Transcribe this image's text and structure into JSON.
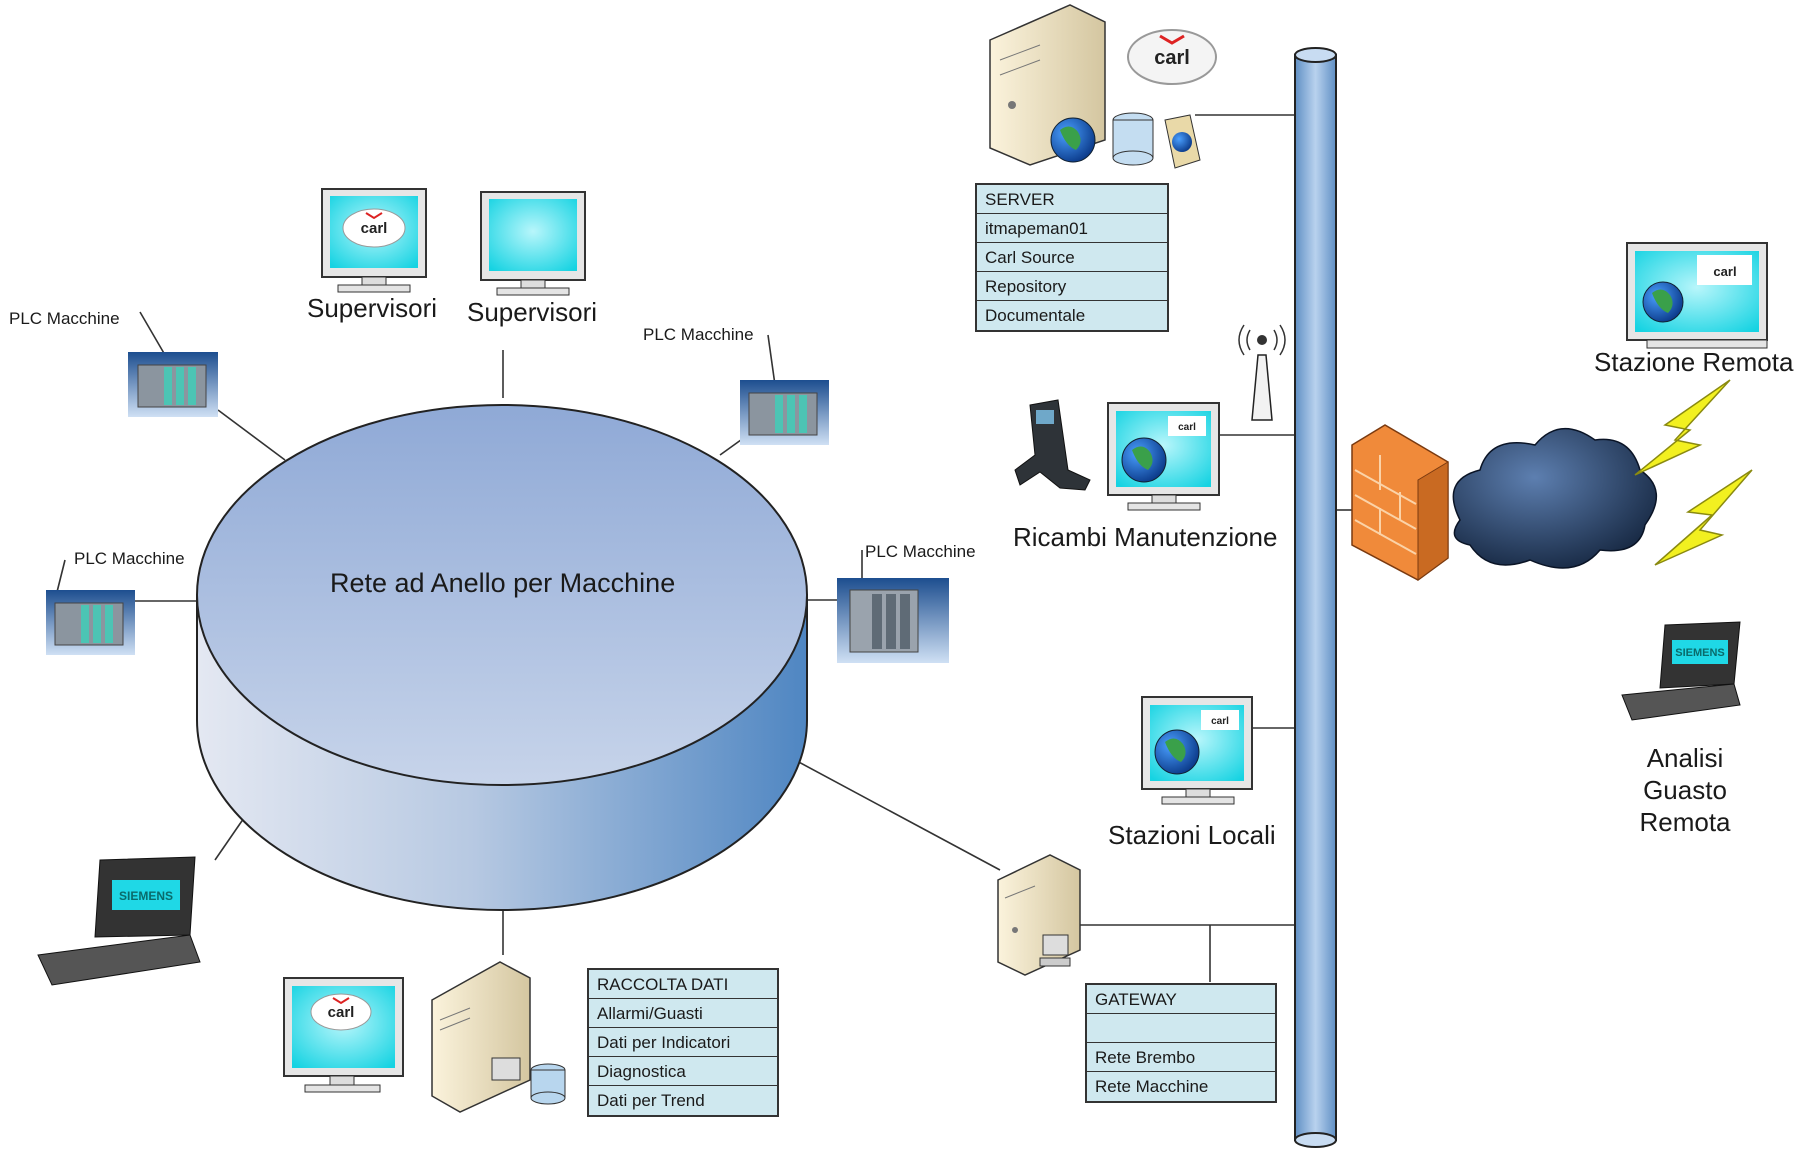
{
  "ring": {
    "label": "Rete ad Anello per Macchine"
  },
  "supervisors": [
    {
      "label": "Supervisori",
      "screen": "carl-logo"
    },
    {
      "label": "Supervisori",
      "screen": "blank"
    }
  ],
  "plc_labels": [
    "PLC Macchine",
    "PLC Macchine",
    "PLC Macchine",
    "PLC Macchine"
  ],
  "server_table": {
    "rows": [
      "SERVER",
      "itmapeman01",
      "Carl Source",
      "Repository",
      "Documentale"
    ]
  },
  "raccolta_table": {
    "rows": [
      "RACCOLTA DATI",
      "Allarmi/Guasti",
      "Dati per Indicatori",
      "Diagnostica",
      "Dati per Trend"
    ]
  },
  "gateway_table": {
    "rows": [
      "GATEWAY",
      "",
      "Rete Brembo",
      "Rete Macchine"
    ]
  },
  "ricambi": {
    "label": "Ricambi Manutenzione"
  },
  "stazioni_locali": {
    "label": "Stazioni Locali"
  },
  "stazione_remota": {
    "label": "Stazione Remota"
  },
  "analisi": {
    "lines": [
      "Analisi",
      "Guasto",
      "Remota"
    ]
  },
  "logos": {
    "carl": "carl",
    "siemens": "SIEMENS"
  },
  "colors": {
    "ring_top": "#9db4d8",
    "ring_side": "#5b8fc7",
    "bus": "#8fb3dc",
    "screen": "#1fd8e6",
    "table_bg": "#cfe8ef",
    "firewall": "#f08a3a",
    "lightning": "#f2f020"
  }
}
